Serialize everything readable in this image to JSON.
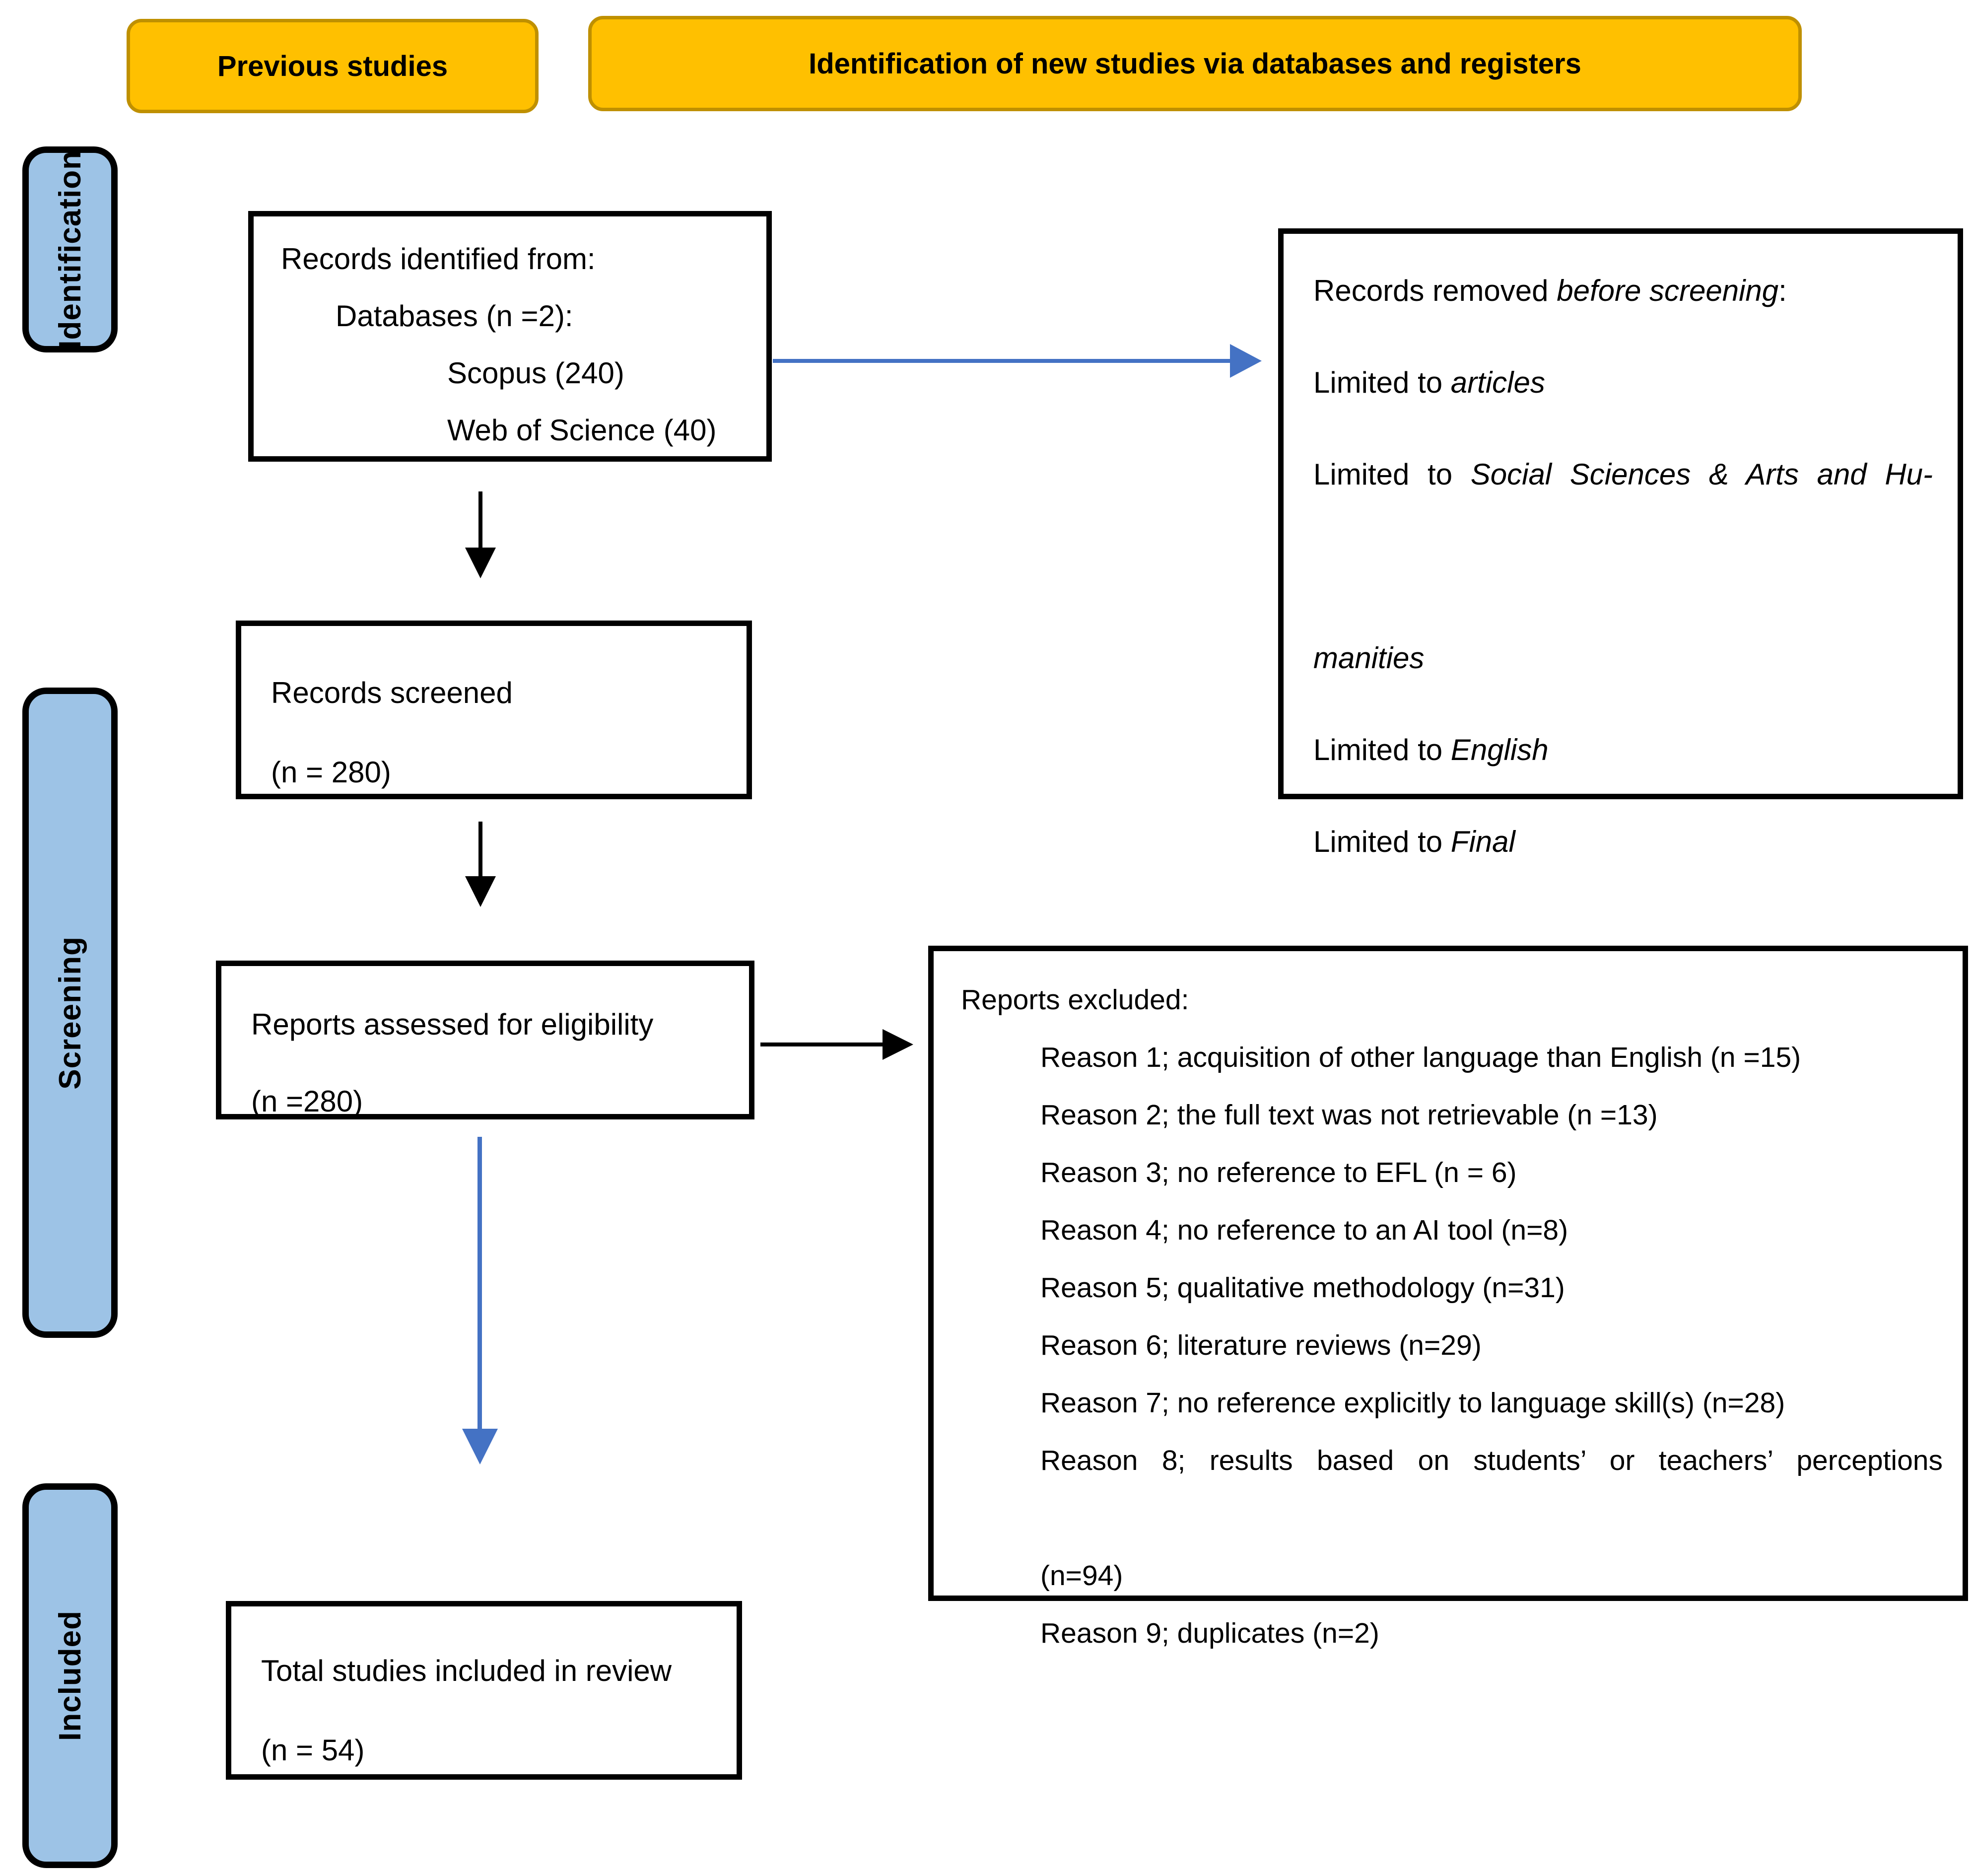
{
  "headers": {
    "previous": "Previous studies",
    "identification": "Identification of new studies via databases and registers"
  },
  "sidebar": {
    "identification": "Identification",
    "screening": "Screening",
    "included": "Included"
  },
  "records_identified": {
    "title": "Records identified from:",
    "databases": "Databases (n =2):",
    "scopus": "Scopus (240)",
    "wos": "Web of Science (40)"
  },
  "records_removed": {
    "title_prefix": "Records removed ",
    "title_italic": "before screening",
    "title_suffix": ":",
    "lines": [
      {
        "prefix": "Limited to ",
        "italic": "articles"
      },
      {
        "prefix": "Limited to ",
        "italic": "Social Sciences & Arts and Hu-"
      },
      {
        "prefix": "",
        "italic": "manities"
      },
      {
        "prefix": "Limited to ",
        "italic": "English"
      },
      {
        "prefix": "Limited to ",
        "italic": "Final"
      }
    ]
  },
  "records_screened": {
    "title": "Records screened",
    "count": "(n = 280)"
  },
  "reports_assessed": {
    "title": "Reports assessed for eligibility",
    "count": "(n =280)"
  },
  "reports_excluded": {
    "title": "Reports excluded:",
    "reasons": [
      "Reason 1; acquisition of other language than English (n =15)",
      "Reason 2; the full text was not retrievable (n =13)",
      "Reason 3; no reference to EFL (n = 6)",
      "Reason 4; no reference to an AI tool (n=8)",
      "Reason 5; qualitative methodology (n=31)",
      "Reason 6; literature reviews (n=29)",
      "Reason 7; no reference explicitly to language skill(s) (n=28)",
      "Reason 8; results based on students’ or teachers’ perceptions",
      "(n=94)",
      "Reason 9; duplicates (n=2)"
    ]
  },
  "total_included": {
    "title": "Total studies included in review",
    "count": "(n = 54)"
  },
  "colors": {
    "header_fill": "#FFC000",
    "header_border": "#BF9000",
    "stage_fill": "#9DC3E6",
    "arrow_blue": "#4472C4",
    "arrow_black": "#000000"
  }
}
